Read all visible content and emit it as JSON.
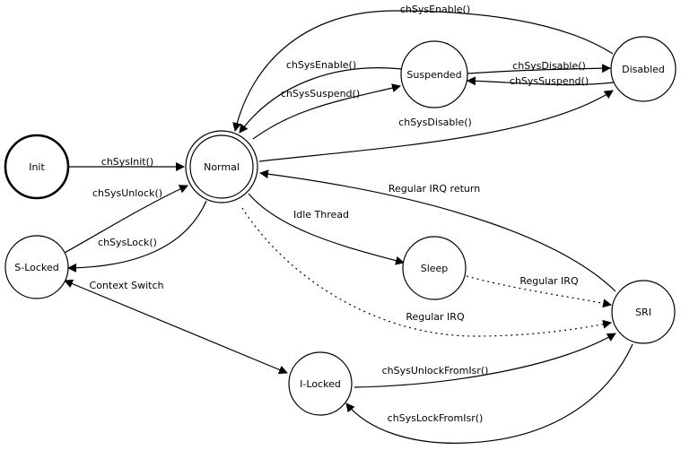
{
  "states": {
    "init": "Init",
    "normal": "Normal",
    "suspended": "Suspended",
    "disabled": "Disabled",
    "slocked": "S-Locked",
    "sleep": "Sleep",
    "sri": "SRI",
    "ilocked": "I-Locked"
  },
  "transitions": {
    "disabled_to_normal": "chSysEnable()",
    "suspended_to_normal": "chSysEnable()",
    "suspended_to_disabled": "chSysDisable()",
    "disabled_to_suspended": "chSysSuspend()",
    "normal_to_suspended": "chSysSuspend()",
    "normal_to_disabled": "chSysDisable()",
    "init_to_normal": "chSysInit()",
    "slocked_to_normal": "chSysUnlock()",
    "normal_to_slocked": "chSysLock()",
    "sri_to_normal": "Regular IRQ return",
    "normal_to_sleep": "Idle Thread",
    "sleep_to_sri": "Regular IRQ",
    "normal_to_sri": "Regular IRQ",
    "slocked_ilocked": "Context Switch",
    "ilocked_to_sri": "chSysUnlockFromIsr()",
    "sri_to_ilocked": "chSysLockFromIsr()"
  }
}
